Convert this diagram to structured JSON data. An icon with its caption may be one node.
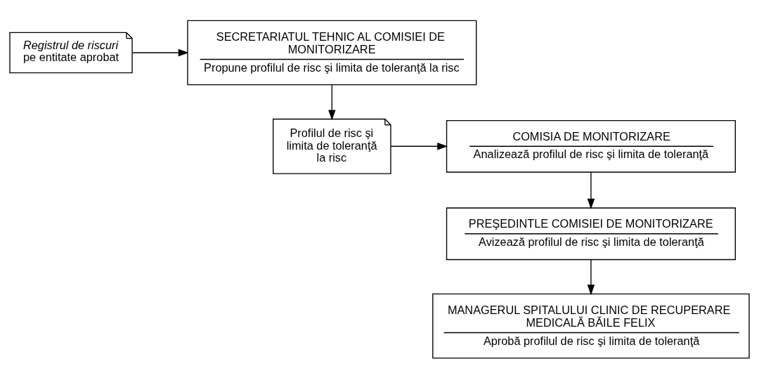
{
  "diagram": {
    "nodes": [
      {
        "text": [
          "SECRETARIATUL TEHNIC AL COMISIEI DE MONITORIZARE",
          "Propune profilul de risc şi limita de toleranţă la risc"
        ]
      },
      {
        "text": [
          "*Registrul de riscuri* pe entitate aprobat"
        ]
      },
      {
        "text": [
          "Profilul de risc şi limita de toleranţă la risc"
        ]
      },
      {
        "text": [
          "COMISIA DE MONITORIZARE",
          "Analizează profilul de risc şi limita de toleranţă"
        ]
      },
      {
        "text": [
          "PREŞEDINTLE COMISIEI DE MONITORIZARE",
          "Avizează profilul de risc şi limita de toleranţă"
        ]
      },
      {
        "text": [
          "MANAGERUL SPITALULUI CLINIC DE RECUPERARE MEDICALĂ BĂILE FELIX",
          "Aprobă profilul de risc şi limita de toleranţă"
        ]
      }
    ],
    "edges": [
      {
        "from": 1,
        "to": 0,
        "arrow": "to"
      },
      {
        "from": 0,
        "to": 2,
        "arrow": "to"
      },
      {
        "from": 2,
        "to": 3,
        "arrow": "to"
      },
      {
        "from": 3,
        "to": 4,
        "arrow": "to"
      },
      {
        "from": 4,
        "to": 5,
        "arrow": "to"
      }
    ]
  }
}
